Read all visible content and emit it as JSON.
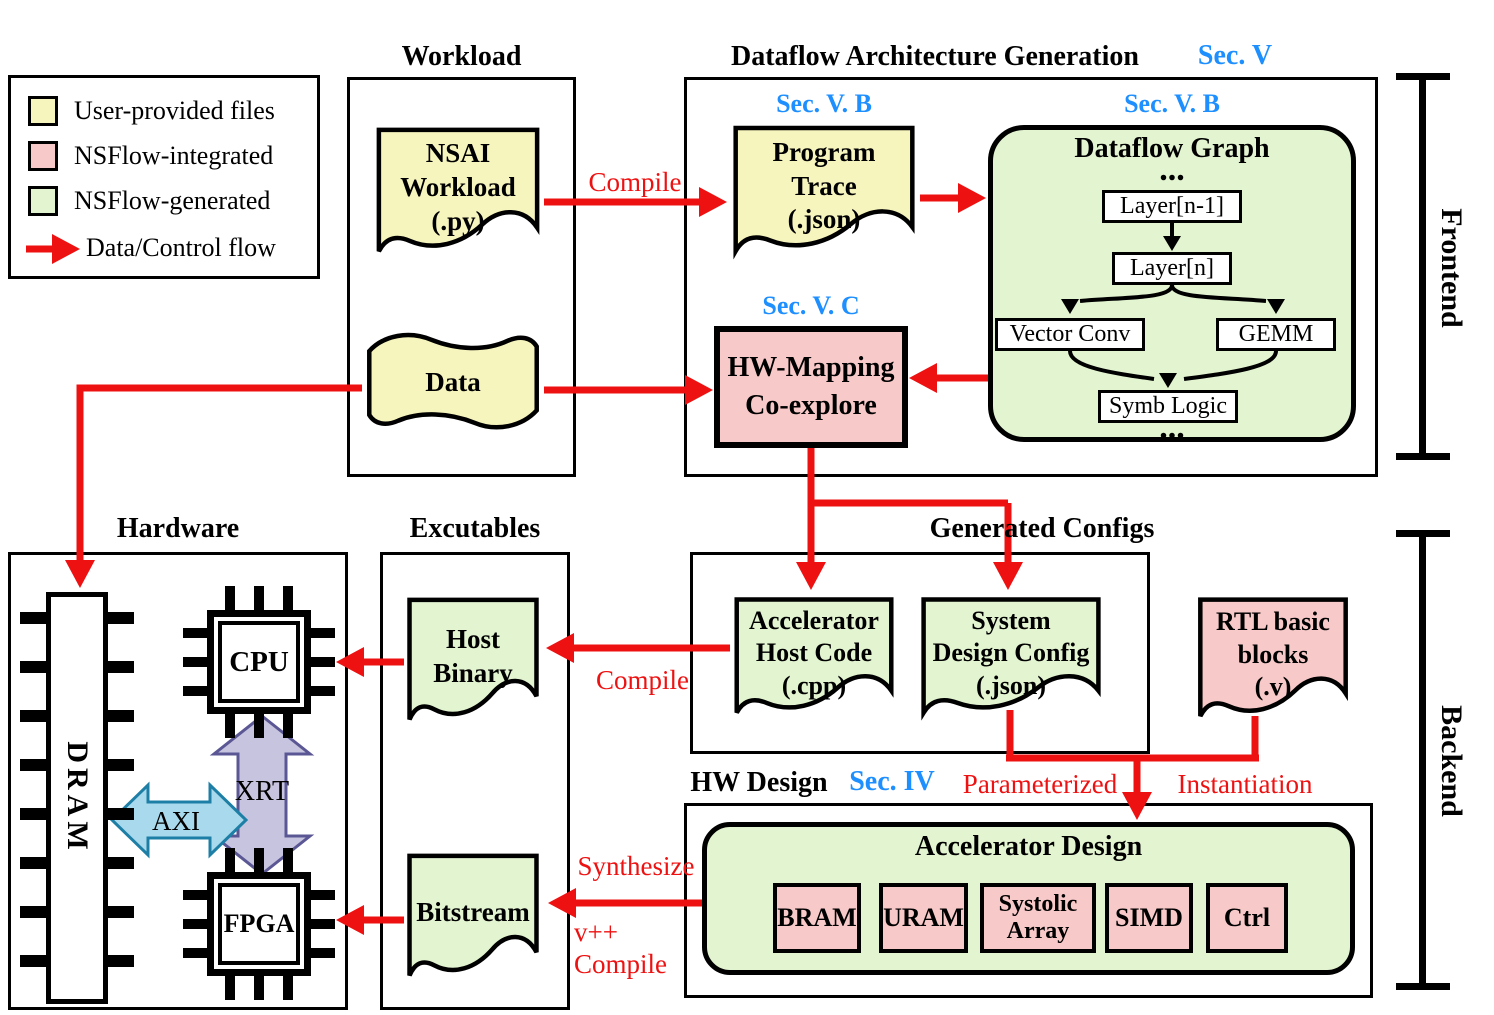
{
  "legend": {
    "items": [
      {
        "label": "User-provided files",
        "color": "#F7F5BE"
      },
      {
        "label": "NSFlow-integrated",
        "color": "#F8C9C9"
      },
      {
        "label": "NSFlow-generated",
        "color": "#E3F4D1"
      },
      {
        "label": "Data/Control flow",
        "color": "#EE1111"
      }
    ]
  },
  "workload": {
    "title": "Workload",
    "nsai_doc": "NSAI\nWorkload\n(.py)",
    "data_doc": "Data"
  },
  "dataflow_gen": {
    "title": "Dataflow Architecture Generation",
    "sec": "Sec. V",
    "trace_sec": "Sec. V. B",
    "trace_doc": "Program\nTrace\n(.json)",
    "graph_sec": "Sec. V. B",
    "graph_title": "Dataflow Graph",
    "dots": "...",
    "layer_prev": "Layer[n-1]",
    "layer_n": "Layer[n]",
    "vector_conv": "Vector Conv",
    "gemm": "GEMM",
    "symb_logic": "Symb Logic",
    "mapping_sec": "Sec. V. C",
    "mapping_box": "HW-Mapping\nCo-explore"
  },
  "flow_labels": {
    "compile_top": "Compile",
    "compile_mid": "Compile",
    "synthesize": "Synthesize",
    "vpp_compile": "v++\nCompile",
    "parameterized": "Parameterized",
    "instantiation": "Instantiation"
  },
  "brackets": {
    "frontend": "Frontend",
    "backend": "Backend"
  },
  "hardware": {
    "title": "Hardware",
    "dram": "DRAM",
    "cpu": "CPU",
    "fpga": "FPGA",
    "xrt": "XRT",
    "axi": "AXI"
  },
  "executables": {
    "title": "Excutables",
    "host_binary": "Host\nBinary",
    "bitstream": "Bitstream"
  },
  "configs": {
    "title": "Generated Configs",
    "host_code": "Accelerator\nHost Code\n(.cpp)",
    "sys_config": "System\nDesign Config\n(.json)"
  },
  "rtl_doc": "RTL basic\nblocks\n(.v)",
  "hw_design": {
    "title": "HW Design",
    "sec": "Sec. IV",
    "accel_title": "Accelerator Design",
    "blocks": [
      {
        "label": "BRAM"
      },
      {
        "label": "URAM"
      },
      {
        "label": "Systolic\nArray"
      },
      {
        "label": "SIMD"
      },
      {
        "label": "Ctrl"
      }
    ]
  },
  "colors": {
    "user_provided": "#F7F5BE",
    "nsflow_integrated": "#F8C9C9",
    "nsflow_generated": "#E3F4D1",
    "flow_red": "#EE1111",
    "sec_blue": "#1E8FFF",
    "axi_fill": "#A9D9EC",
    "axi_border": "#1D7FA6",
    "xrt_fill": "#C7C4DF",
    "xrt_border": "#5A5794"
  }
}
